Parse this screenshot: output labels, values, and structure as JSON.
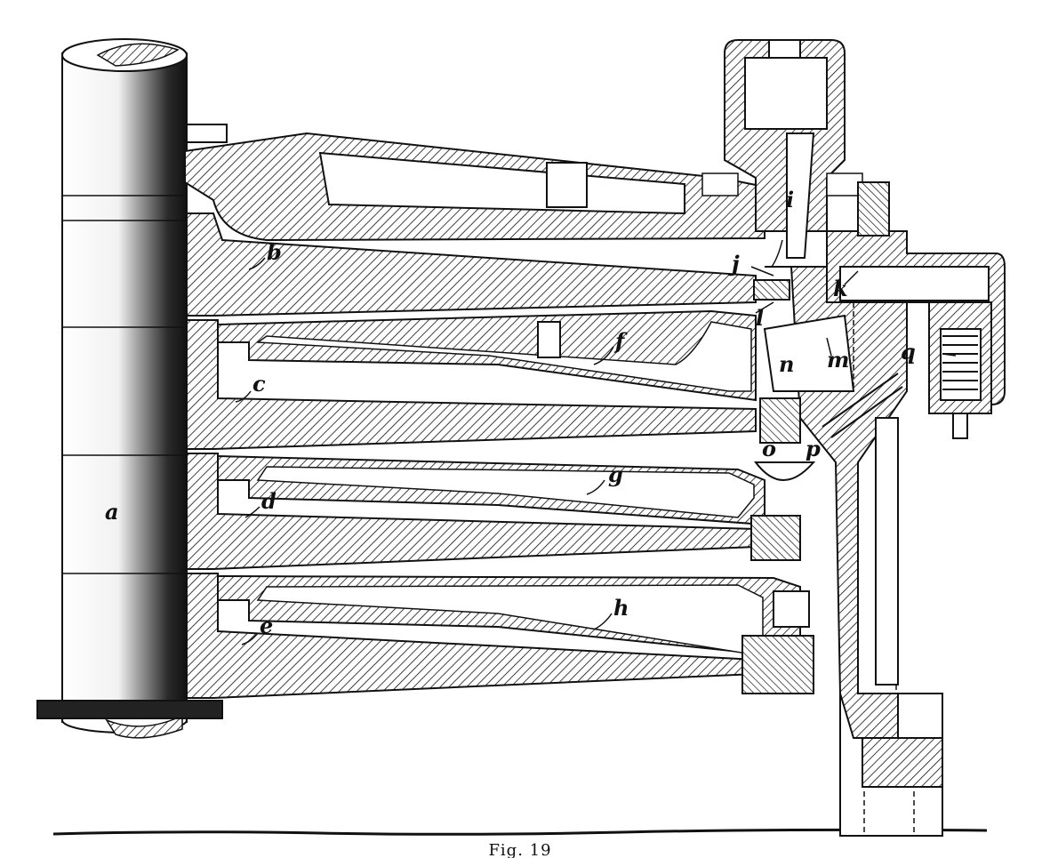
{
  "figure": {
    "caption": "Fig. 19"
  },
  "labels": {
    "a": "a",
    "b": "b",
    "c": "c",
    "d": "d",
    "e": "e",
    "f": "f",
    "g": "g",
    "h": "h",
    "i": "i",
    "j": "j",
    "k": "k",
    "l": "l",
    "m": "m",
    "n": "n",
    "o": "o",
    "p": "p",
    "q": "q"
  }
}
